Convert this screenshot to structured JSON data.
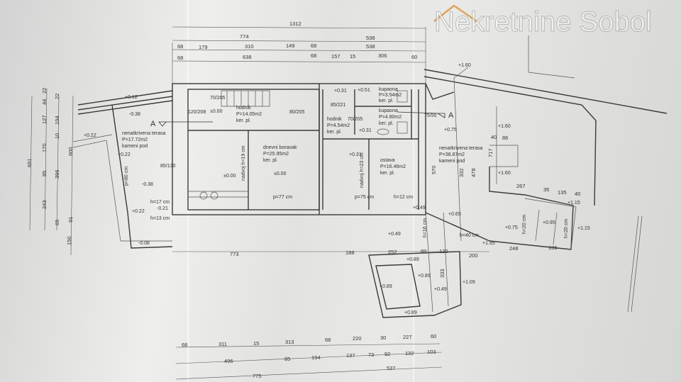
{
  "title": "Floor plan",
  "section_marker": "A",
  "watermark": "Nekretnine Sobol",
  "rooms": [
    {
      "name": "nenatkrivena terasa",
      "area": "P=17.72m2",
      "floor": "kameni pod"
    },
    {
      "name": "hodnik",
      "area": "P=14.05m2",
      "floor": "ker. pl."
    },
    {
      "name": "dnevni boravak",
      "area": "P=25.95m2",
      "floor": "ker. pl."
    },
    {
      "name": "hodnik",
      "area": "P=4.54m2",
      "floor": "ker. pl."
    },
    {
      "name": "kupaona",
      "area": "P=3.54m2",
      "floor": "ker. pl."
    },
    {
      "name": "kupaona",
      "area": "P=4.80m2",
      "floor": "ker. pl."
    },
    {
      "name": "ostava",
      "area": "P=16.46m2",
      "floor": "ker. pl."
    },
    {
      "name": "nenatkrivena terasa",
      "area": "P=38.87m2",
      "floor": "kameni pod"
    }
  ],
  "dims_top": [
    [
      "1312"
    ],
    [
      "774",
      "538"
    ],
    [
      "68",
      "179",
      "310",
      "149",
      "68",
      "538"
    ],
    [
      "68",
      "638",
      "68",
      "157",
      "15",
      "306",
      "60"
    ]
  ],
  "dims_bottom": [
    [
      "68",
      "311",
      "15",
      "313",
      "68",
      "220",
      "30",
      "227",
      "60"
    ],
    [
      "496",
      "85",
      "194",
      "137",
      "73",
      "92",
      "132",
      "103"
    ],
    [
      "775",
      "537"
    ]
  ],
  "dims_left": [
    "691",
    "44",
    "22",
    "127",
    "170",
    "85",
    "243",
    "22",
    "194",
    "10",
    "396",
    "69",
    "600",
    "91",
    "150"
  ],
  "dims_mid": [
    "773",
    "188",
    "252",
    "89",
    "120",
    "200",
    "248",
    "136",
    "267",
    "35",
    "135",
    "40",
    "717",
    "570",
    "332",
    "478",
    "333",
    "86",
    "40"
  ],
  "levels": [
    "+0.12",
    "-0.38",
    "+0.22",
    "+0.22",
    "-0.38",
    "+0.22",
    "-0.21",
    "±0.00",
    "±0.00",
    "±0.00",
    "+0.31",
    "+0.51",
    "+0.31",
    "+0.31",
    "+0.75",
    "+1.60",
    "+1.60",
    "+1.60",
    "+0.49",
    "+0.65",
    "+0.49",
    "+1.15",
    "+1.15",
    "+0.75",
    "+0.95",
    "+1.95",
    "+0.89",
    "+0.89",
    "+0.89",
    "+0.49",
    "+1.09",
    "+0.89",
    "-0.08"
  ],
  "notes": [
    "h=17 cm",
    "h=13 cm",
    "h=40 cm",
    "h=20 cm",
    "h=20 cm",
    "h=16 cm",
    "h=12 cm",
    "nadvoj h=19 cm",
    "nadvoj h=23 cm",
    "p=77 cm",
    "p=75 cm",
    "70/205",
    "120/208",
    "80/205",
    "85/130",
    "85/221",
    "70/205",
    "75/55",
    "p=80 cm"
  ]
}
